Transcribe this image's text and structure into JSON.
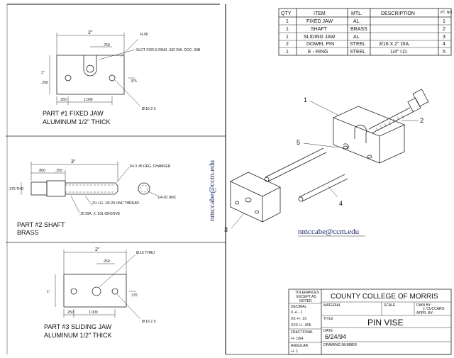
{
  "bom": {
    "headers": [
      "QTY",
      "ITEM",
      "MTL.",
      "DESCRIPTION",
      "PT. NO."
    ],
    "rows": [
      [
        "1",
        "FIXED JAW",
        "AL.",
        "",
        "1"
      ],
      [
        "1",
        "SHAFT",
        "BRASS",
        "",
        "2"
      ],
      [
        "1",
        "SLIDING JAW",
        "AL.",
        "",
        "3"
      ],
      [
        "2",
        "DOWEL PIN",
        "STEEL",
        "3/16 X 2\" DIA.",
        "4"
      ],
      [
        "1",
        "E - RING",
        "STEEL",
        "1/4\" I.D.",
        "5"
      ]
    ]
  },
  "part1": {
    "caption_line1": "PART #1 FIXED JAW",
    "caption_line2": "ALUMINUM 1/2\" THICK",
    "dim_overall": "2\"",
    "dim_top": ".750",
    "dim_height": "1\"",
    "dim_left": ".250",
    "dim_right": ".375",
    "dim_bottom_left": ".250",
    "dim_bottom_mid": "1.000",
    "note_slot": "SLOT FOR E-RING .032 DIA. DOC. 60B",
    "note_rad": "R.06",
    "note_holes": "Ø.16 2 X"
  },
  "part2": {
    "caption_line1": "PART #2 SHAFT",
    "caption_line2": "BRASS",
    "dim_overall": "3\"",
    "dim_a": ".800",
    "dim_b": ".250",
    "dim_dia": ".375 THD",
    "note_thread": "1/4-20 UNC",
    "note_chamfer": "1/4 X 45 DEG. CHAMFER",
    "note_groove": ".25 DIA. X .031 GROOVE",
    "note_length": "2½ LG. 1/4-20 UNC THREAD"
  },
  "part3": {
    "caption_line1": "PART #3 SLIDING JAW",
    "caption_line2": "ALUMINUM 1/2\" THICK",
    "dim_overall": "2\"",
    "dim_top": ".250",
    "dim_height": "1\"",
    "dim_right": ".375",
    "dim_bottom_left": ".250",
    "dim_bottom_mid": "1.000",
    "note_hole": "Ø.16 THRU",
    "note_holes": "Ø.16 2 X"
  },
  "assembly": {
    "callouts": [
      "1",
      "2",
      "3",
      "4",
      "5"
    ]
  },
  "watermark": "nmccabe@ccm.edu",
  "title_block": {
    "tolerances_line1": "TOLERANCES",
    "tolerances_line2": "EXCEPT AS",
    "tolerances_line3": "NOTED",
    "decimal_label": "DECIMAL",
    "tol_x": "X +/- .1",
    "tol_xx": "XX +/- .01",
    "tol_xxx": "XXX +/- .005",
    "fractional_label": "FRACTIONAL",
    "tol_frac": "+/- 1/64",
    "angular_label": "ANGULAR",
    "tol_ang": "+/- 1",
    "school": "COUNTY COLLEGE OF MORRIS",
    "material_label": "MATERIAL",
    "scale_label": "SCALE",
    "drawn_label": "DWN BY:",
    "drawn_value": "J. CUCCARO",
    "approved_label": "APPR. BY:",
    "title_label": "TITLE",
    "title": "PIN VISE",
    "date_label": "DATE",
    "date": "6/24/94",
    "drawing_number_label": "DRAWING NUMBER"
  }
}
